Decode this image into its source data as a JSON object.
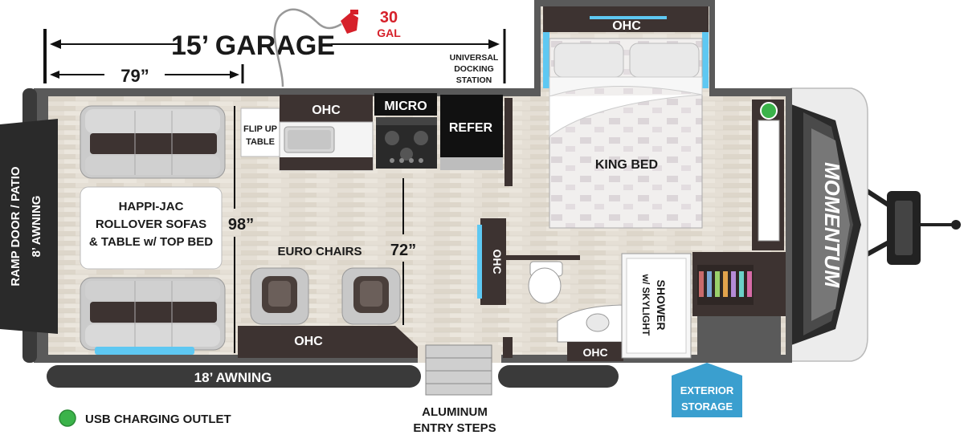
{
  "dimensions": {
    "garage": "15’ GARAGE",
    "garage_depth": "79”",
    "width_98": "98”",
    "width_72": "72”"
  },
  "fuel": {
    "amount": "30",
    "unit": "GAL"
  },
  "docking": [
    "UNIVERSAL",
    "DOCKING",
    "STATION"
  ],
  "labels": {
    "ohc": "OHC",
    "micro": "MICRO",
    "refer": "REFER",
    "flip_up_table": [
      "FLIP UP",
      "TABLE"
    ],
    "king_bed": "KING BED",
    "euro_chairs": "EURO CHAIRS",
    "sofas": [
      "HAPPI-JAC",
      "ROLLOVER SOFAS",
      "& TABLE w/ TOP BED"
    ],
    "shower": [
      "SHOWER",
      "w/ SKYLIGHT"
    ],
    "ramp_door": [
      "RAMP DOOR / PATIO",
      "8’ AWNING"
    ],
    "awning": "18’ AWNING",
    "entry_steps": [
      "ALUMINUM",
      "ENTRY STEPS"
    ],
    "exterior_storage": [
      "EXTERIOR",
      "STORAGE"
    ],
    "brand": "MOMENTUM"
  },
  "legend": {
    "usb": "USB CHARGING OUTLET"
  },
  "colors": {
    "wall": "#5a5a5a",
    "cabinet": "#3d3331",
    "floor": "#e3ddd3",
    "usb_green": "#3bb34a",
    "fuel_red": "#d6202a",
    "storage_blue": "#3a9fcf",
    "led_blue": "#5ec8f2"
  }
}
